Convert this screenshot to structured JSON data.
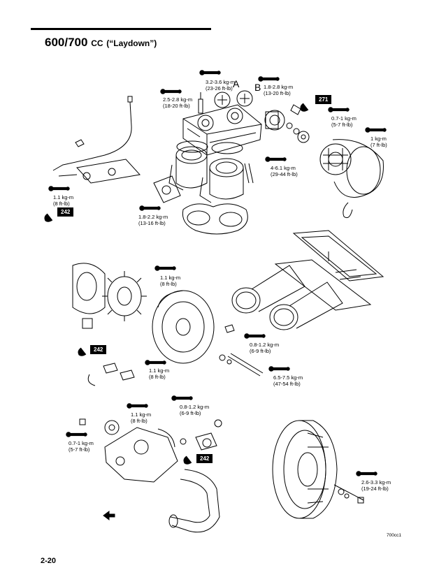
{
  "header": {
    "model": "600/700",
    "unit": "CC",
    "variant": "(“Laydown”)"
  },
  "torque_specs": {
    "head_a": {
      "line1": "3.2-3.6 kg-m",
      "line2": "(23-26 ft-lb)"
    },
    "head_b": {
      "line1": "1.8-2.8 kg-m",
      "line2": "(13-20 ft-lb)"
    },
    "spark_plug": {
      "line1": "2.5-2.8 kg-m",
      "line2": "(18-20 ft-lb)"
    },
    "oil_pump": {
      "line1": "0.7-1 kg-m",
      "line2": "(5-7 ft-lb)"
    },
    "recoil": {
      "line1": "1 kg-m",
      "line2": "(7 ft-lb)"
    },
    "cylinder": {
      "line1": "4-6.1 kg-m",
      "line2": "(29-44 ft-lb)"
    },
    "carb_linkage": {
      "line1": "1.1 kg-m",
      "line2": "(8 ft-lb)"
    },
    "cylinder_base": {
      "line1": "1.8-2.2 kg-m",
      "line2": "(13-16 ft-lb)"
    },
    "stator": {
      "line1": "1.1 kg-m",
      "line2": "(8 ft-lb)"
    },
    "flywheel_cover": {
      "line1": "1.1 kg-m",
      "line2": "(8 ft-lb)"
    },
    "intake": {
      "line1": "0.8-1.2 kg-m",
      "line2": "(6-9 ft-lb)"
    },
    "flywheel_nut": {
      "line1": "6.5-7.5 kg-m",
      "line2": "(47-54 ft-lb)"
    },
    "water_pump_cover": {
      "line1": "0.8-1.2 kg-m",
      "line2": "(6-9 ft-lb)"
    },
    "water_pump_a": {
      "line1": "1.1 kg-m",
      "line2": "(8 ft-lb)"
    },
    "water_pump_b": {
      "line1": "0.7-1 kg-m",
      "line2": "(5-7 ft-lb)"
    },
    "clutch": {
      "line1": "2.6-3.3 kg-m",
      "line2": "(19-24 ft-lb)"
    }
  },
  "callouts": {
    "a": "A",
    "b": "B"
  },
  "badges": {
    "b271": "271",
    "b242_top": "242",
    "b242_mid": "242",
    "b242_bot": "242"
  },
  "figure_ref": "700cc1",
  "page_number": "2-20"
}
